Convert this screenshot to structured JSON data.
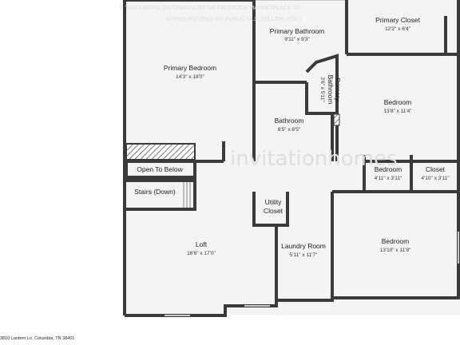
{
  "watermark_top": [
    "E THIS LISTING ON CRAIGSLIST OR FACEBOOK MARKETPLACE TO",
    "APPROVED ONLY ON PUBLIC MLS. (ZILLOW, ETC.)"
  ],
  "watermark_brand": "invitationhomes",
  "address": "3810 Lantern Ln, Columbia, TN 38401",
  "rooms": {
    "primary_bedroom": {
      "name": "Primary Bedroom",
      "dims": "14'3\" x 18'0\""
    },
    "primary_bathroom": {
      "name": "Primary Bathroom",
      "dims": "9'11\" x 9'3\""
    },
    "primary_closet": {
      "name": "Primary Closet",
      "dims": "12'2\" x 6'4\""
    },
    "primary_bathroom_small": {
      "name_line1": "Primary",
      "name_line2": "Bathroom",
      "dims": "3'6\" x 5'11\""
    },
    "bedroom_right": {
      "name": "Bedroom",
      "dims": "13'8\" x 11'4\""
    },
    "bathroom": {
      "name": "Bathroom",
      "dims": "8'5\" x 8'5\""
    },
    "open_to_below": {
      "name": "Open To Below"
    },
    "stairs": {
      "name": "Stairs (Down)"
    },
    "bedroom_small": {
      "name": "Bedroom",
      "dims": "4'11\" x 3'11\""
    },
    "closet": {
      "name": "Closet",
      "dims": "4'10\" x 3'11\""
    },
    "utility_closet": {
      "name_line1": "Utility",
      "name_line2": "Closet"
    },
    "loft": {
      "name": "Loft",
      "dims": "16'6\" x 17'0\""
    },
    "laundry_room": {
      "name": "Laundry Room",
      "dims": "5'11\" x 11'7\""
    },
    "bedroom_bottom": {
      "name": "Bedroom",
      "dims": "13'10\" x 11'8\""
    }
  },
  "colors": {
    "wall": "#3a3a3a",
    "floor": "#f4f4f4",
    "window": "#c9c9c9"
  }
}
